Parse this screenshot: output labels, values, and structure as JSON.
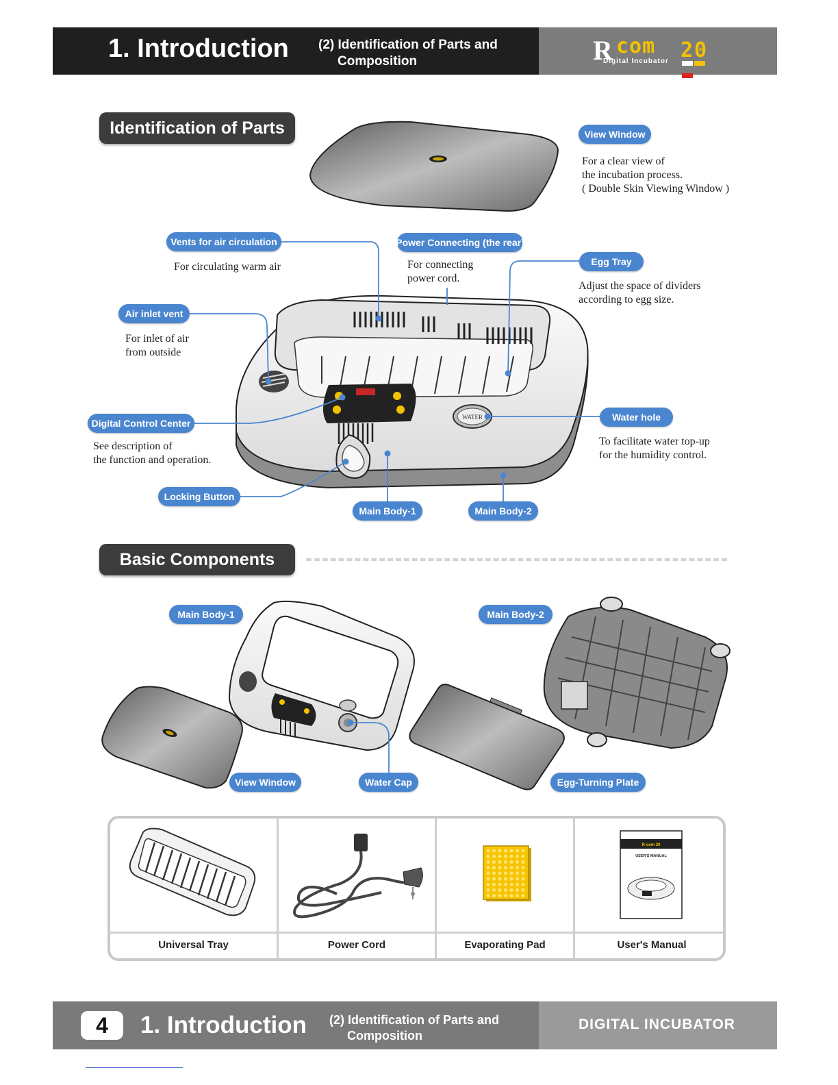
{
  "header": {
    "title": "1. Introduction",
    "subtitle_line1": "(2) Identification of Parts and",
    "subtitle_line2": "Composition",
    "logo_r": "R",
    "logo_com": "com",
    "logo_20": "20",
    "logo_sub": "Digital Incubator"
  },
  "identification": {
    "title": "Identification of Parts",
    "parts": [
      {
        "label": "View Window",
        "desc": [
          "For a clear view of",
          "the incubation process.",
          "( Double Skin Viewing Window )"
        ]
      },
      {
        "label": "Vents for air circulation",
        "desc": [
          "For circulating warm air"
        ]
      },
      {
        "label": "Power Connecting (the rear)",
        "desc": [
          "For connecting",
          "power cord."
        ]
      },
      {
        "label": "Egg Tray",
        "desc": [
          "Adjust the space of dividers",
          "according to egg size."
        ]
      },
      {
        "label": "Air inlet vent",
        "desc": [
          "For inlet of air",
          "from outside"
        ]
      },
      {
        "label": "Digital Control Center",
        "desc": [
          "See description of",
          "the function and operation."
        ]
      },
      {
        "label": "Water hole",
        "desc": [
          "To facilitate water top-up",
          "for the humidity control."
        ]
      },
      {
        "label": "Locking Button",
        "desc": []
      },
      {
        "label": "Main Body-1",
        "desc": []
      },
      {
        "label": "Main Body-2",
        "desc": []
      }
    ],
    "water_text": "WATER"
  },
  "basic": {
    "title": "Basic Components",
    "labels": {
      "main_body_1": "Main Body-1",
      "main_body_2": "Main Body-2",
      "view_window": "View Window",
      "water_cap": "Water Cap",
      "egg_turning_plate": "Egg-Turning Plate"
    },
    "components": [
      {
        "label": "Universal Tray",
        "icon": "tray-icon"
      },
      {
        "label": "Power Cord",
        "icon": "power-cord-icon"
      },
      {
        "label": "Evaporating Pad",
        "icon": "evaporating-pad-icon"
      },
      {
        "label": "User's Manual",
        "icon": "manual-icon"
      }
    ],
    "manual_text": "USER'S MANUAL"
  },
  "footer": {
    "page": "4",
    "title": "1. Introduction",
    "subtitle_line1": "(2) Identification of Parts and",
    "subtitle_line2": "Composition",
    "right": "DIGITAL INCUBATOR"
  },
  "colors": {
    "accent": "#4a86cf",
    "dark": "#1f1f1f",
    "logo_yellow": "#f2c200",
    "logo_red": "#e0231f"
  }
}
